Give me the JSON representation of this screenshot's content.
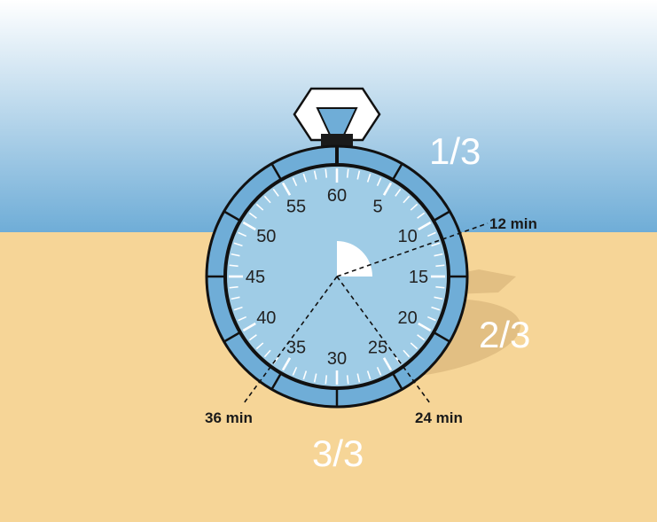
{
  "colors": {
    "sky_top": "#ffffff",
    "sky_bottom": "#6fadd7",
    "sand": "#f6d597",
    "shadow": "#e2bf83",
    "bezel": "#6fadd7",
    "face": "#9fcce6",
    "outline": "#111111",
    "sector": "#ffffff",
    "fraction_text": "#ffffff"
  },
  "dial": {
    "labels": [
      "60",
      "5",
      "10",
      "15",
      "20",
      "25",
      "30",
      "35",
      "40",
      "45",
      "50",
      "55"
    ],
    "total_minutes": 60,
    "sector_end_minute": 15
  },
  "callouts": [
    {
      "label": "12 min",
      "minute": 12
    },
    {
      "label": "24 min",
      "minute": 24
    },
    {
      "label": "36 min",
      "minute": 36
    }
  ],
  "fractions": [
    "1/3",
    "2/3",
    "3/3"
  ]
}
